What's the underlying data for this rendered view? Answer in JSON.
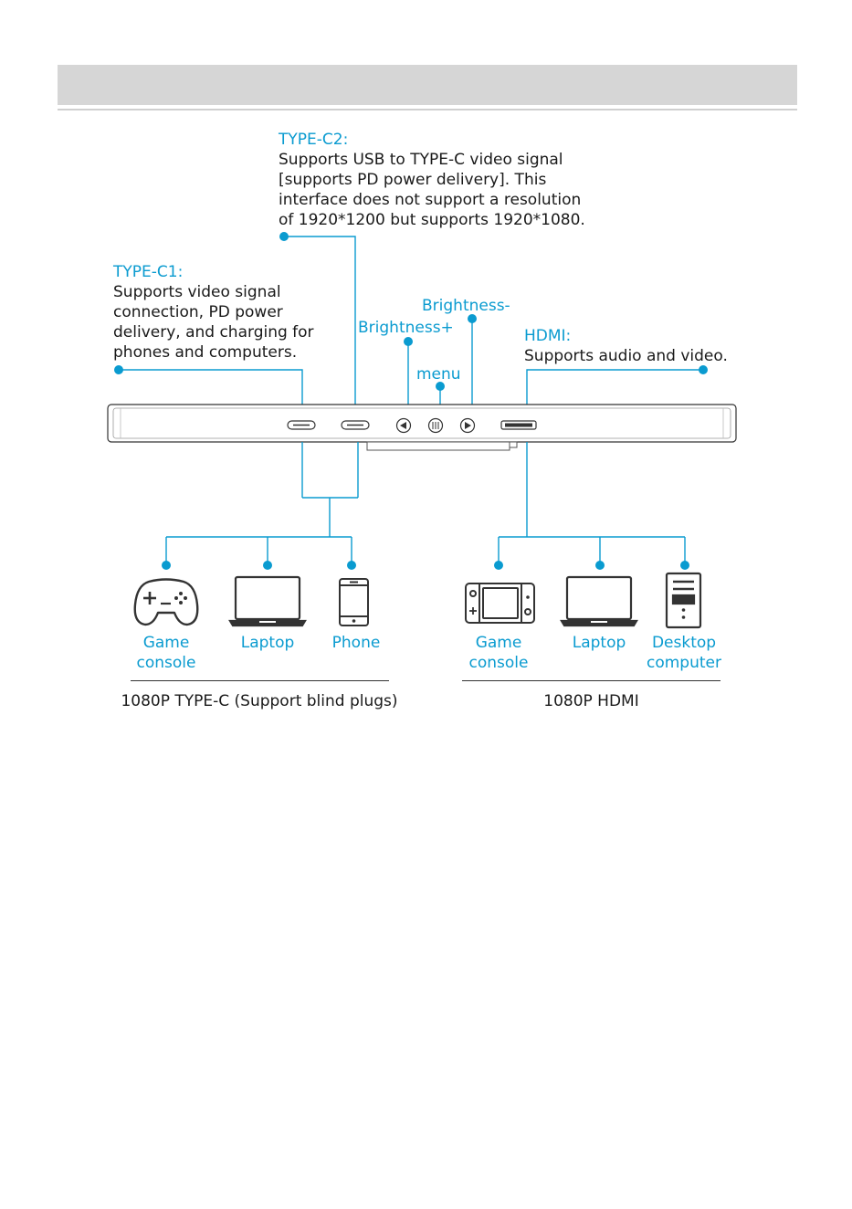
{
  "accent_color": "#0a9bd0",
  "type_c2": {
    "title": "TYPE-C2:",
    "lines": [
      "Supports USB to TYPE-C video signal",
      "[supports PD power delivery]. This",
      "interface does not support a resolution",
      "of 1920*1200 but supports 1920*1080."
    ]
  },
  "type_c1": {
    "title": "TYPE-C1:",
    "lines": [
      "Supports video signal",
      "connection, PD power",
      "delivery, and charging for",
      "phones and computers."
    ]
  },
  "brightness_plus": "Brightness+",
  "brightness_minus": "Brightness-",
  "menu": "menu",
  "hdmi": {
    "title": "HDMI:",
    "line": "Supports audio and video."
  },
  "typec_devices": [
    {
      "icon": "gamepad-icon",
      "label": [
        "Game",
        "console"
      ]
    },
    {
      "icon": "laptop-icon",
      "label": [
        "Laptop"
      ]
    },
    {
      "icon": "phone-icon",
      "label": [
        "Phone"
      ]
    }
  ],
  "hdmi_devices": [
    {
      "icon": "handheld-console-icon",
      "label": [
        "Game",
        "console"
      ]
    },
    {
      "icon": "laptop-icon",
      "label": [
        "Laptop"
      ]
    },
    {
      "icon": "desktop-computer-icon",
      "label": [
        "Desktop",
        "computer"
      ]
    }
  ],
  "footer": {
    "typec_caption": "1080P TYPE-C (Support blind plugs)",
    "hdmi_caption": "1080P HDMI"
  }
}
